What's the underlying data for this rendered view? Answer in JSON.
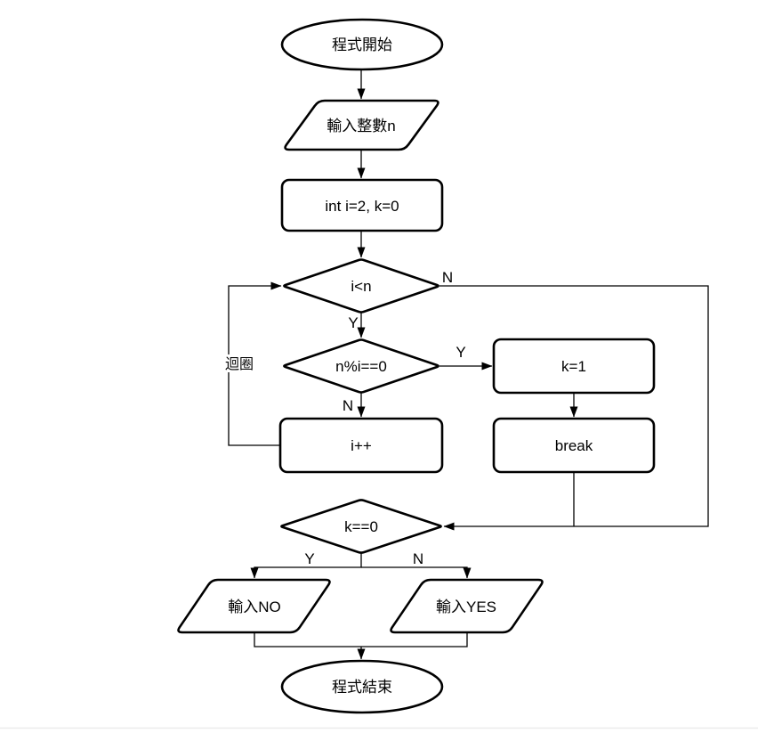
{
  "diagram": {
    "nodes": {
      "start": {
        "label": "程式開始",
        "type": "terminator"
      },
      "input_n": {
        "label": "輸入整數n",
        "type": "io"
      },
      "init": {
        "label": "int i=2, k=0",
        "type": "process"
      },
      "cond_i": {
        "label": "i<n",
        "type": "decision"
      },
      "cond_mod": {
        "label": "n%i==0",
        "type": "decision"
      },
      "set_k": {
        "label": "k=1",
        "type": "process"
      },
      "inc_i": {
        "label": "i++",
        "type": "process"
      },
      "brk": {
        "label": "break",
        "type": "process"
      },
      "cond_k": {
        "label": "k==0",
        "type": "decision"
      },
      "out_no": {
        "label": "輸入NO",
        "type": "io"
      },
      "out_yes": {
        "label": "輸入YES",
        "type": "io"
      },
      "end": {
        "label": "程式結束",
        "type": "terminator"
      }
    },
    "edge_labels": {
      "i_no": "N",
      "i_yes": "Y",
      "mod_yes": "Y",
      "mod_no": "N",
      "k_yes": "Y",
      "k_no": "N",
      "loop_note": "迴圈"
    },
    "colors": {
      "stroke": "#000000",
      "shape_fill": "#ffffff",
      "background": "#ffffff",
      "page_divider": "#ebebeb"
    }
  }
}
